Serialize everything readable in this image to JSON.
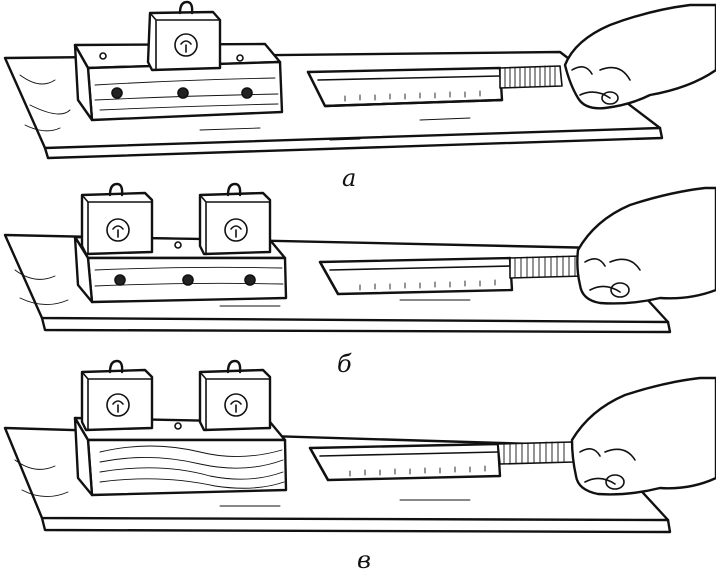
{
  "panels": [
    {
      "id": "a",
      "caption": "а",
      "weights": 1
    },
    {
      "id": "b",
      "caption": "б",
      "weights": 2
    },
    {
      "id": "c",
      "caption": "в",
      "weights": 2
    }
  ]
}
